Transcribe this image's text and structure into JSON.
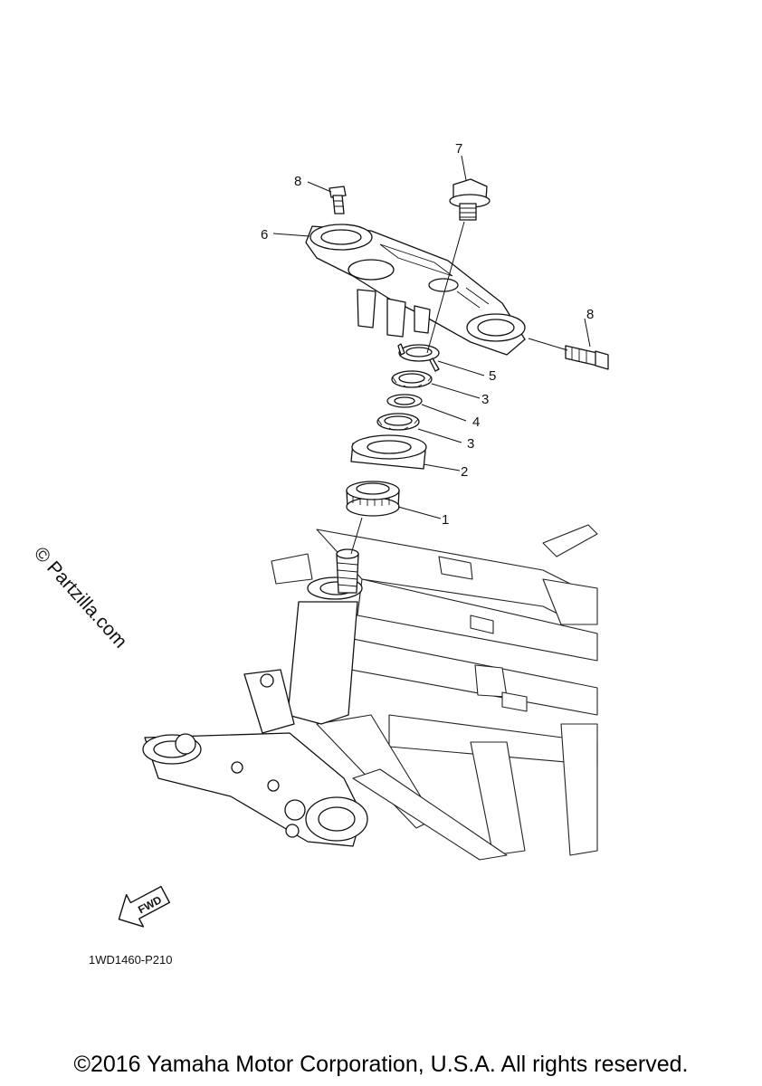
{
  "callouts": [
    {
      "id": "1",
      "label": "1"
    },
    {
      "id": "2",
      "label": "2"
    },
    {
      "id": "3a",
      "label": "3"
    },
    {
      "id": "3b",
      "label": "3"
    },
    {
      "id": "4",
      "label": "4"
    },
    {
      "id": "5",
      "label": "5"
    },
    {
      "id": "6",
      "label": "6"
    },
    {
      "id": "7",
      "label": "7"
    },
    {
      "id": "8a",
      "label": "8"
    },
    {
      "id": "8b",
      "label": "8"
    }
  ],
  "watermark": "© Partzilla.com",
  "fwd_label": "FWD",
  "reference_code": "1WD1460-P210",
  "copyright": "©2016 Yamaha Motor Corporation, U.S.A. All rights reserved."
}
